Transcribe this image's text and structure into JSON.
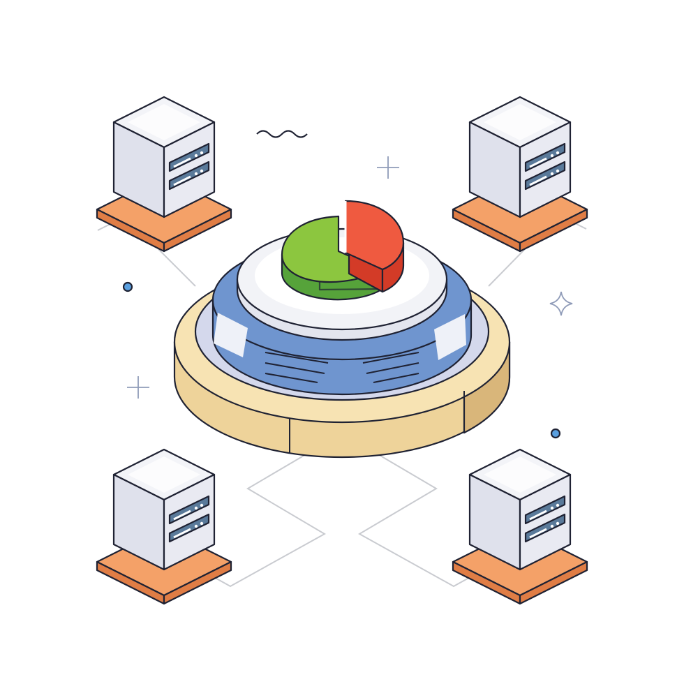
{
  "illustration": {
    "icon": "isometric-database-pie-chart-network-icon",
    "colors": {
      "outline": "#1f2233",
      "connector": "#c9cbd0",
      "server_top": "#f3f4f8",
      "server_left": "#dfe1ec",
      "server_right": "#e9eaf2",
      "server_slot": "#5a7a9a",
      "server_base": "#f4a168",
      "server_base_side": "#e07d45",
      "platform_top": "#f7e3b3",
      "platform_side": "#eed39a",
      "platform_side_dark": "#d9b67a",
      "ring_blue": "#6f95cf",
      "ring_lavender": "#d4d8ec",
      "dome_white": "#f2f3f7",
      "dome_rim": "#e3e5ee",
      "pie_green": "#8cc63f",
      "pie_green_dark": "#56a33a",
      "pie_red": "#ef5a40",
      "pie_red_dark": "#d33b27",
      "accent_dot": "#5aa0e0",
      "sparkle": "#8f9bb8"
    },
    "servers": [
      {
        "id": "top-left",
        "icon": "server-icon"
      },
      {
        "id": "top-right",
        "icon": "server-icon"
      },
      {
        "id": "bottom-left",
        "icon": "server-icon"
      },
      {
        "id": "bottom-right",
        "icon": "server-icon"
      }
    ]
  }
}
